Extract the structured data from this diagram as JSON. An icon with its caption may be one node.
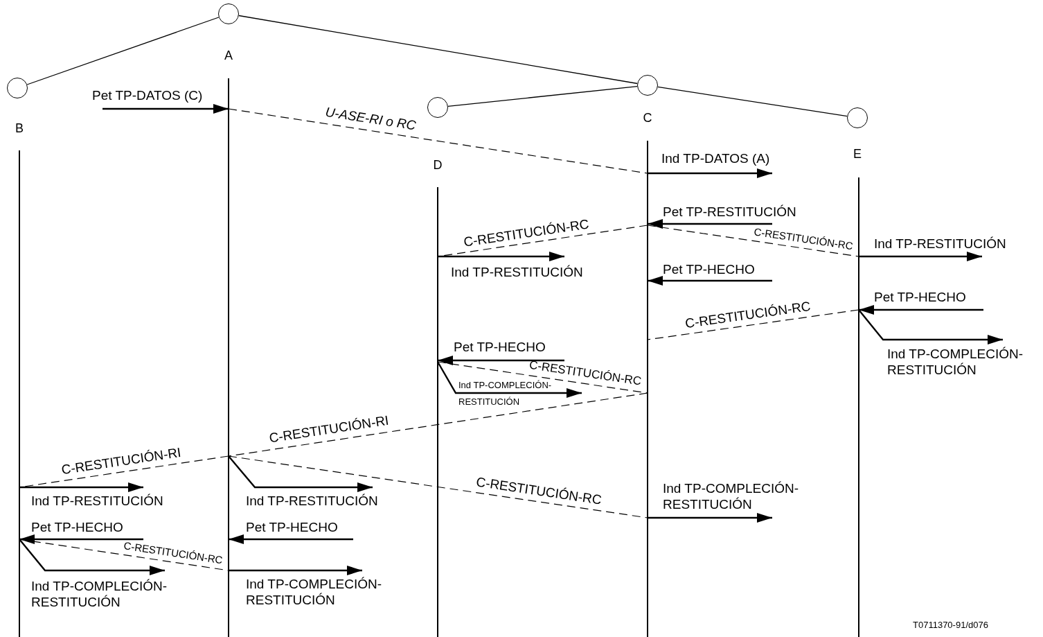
{
  "diagram": {
    "nodes": [
      {
        "text": [],
        "shape": "circle"
      },
      {
        "text": [],
        "shape": "circle"
      },
      {
        "text": [],
        "shape": "circle"
      },
      {
        "text": [],
        "shape": "circle"
      },
      {
        "text": [],
        "shape": "circle"
      },
      {
        "text": [],
        "shape": "bar",
        "beside": [
          "B"
        ]
      },
      {
        "text": [],
        "shape": "bar",
        "beside": [
          "A"
        ]
      },
      {
        "text": [],
        "shape": "bar",
        "beside": [
          "D"
        ]
      },
      {
        "text": [],
        "shape": "bar",
        "beside": [
          "C"
        ]
      },
      {
        "text": [],
        "shape": "bar",
        "beside": [
          "E"
        ]
      }
    ],
    "edges": [
      {
        "from": 0,
        "to": 1,
        "arrow": "none"
      },
      {
        "from": 0,
        "to": 2,
        "arrow": "none"
      },
      {
        "from": 2,
        "to": 3,
        "arrow": "none"
      },
      {
        "from": 2,
        "to": 4,
        "arrow": "none"
      },
      {
        "from": null,
        "to": 6,
        "arrow": "to",
        "label": "Pet TP-DATOS (C)"
      },
      {
        "from": 6,
        "to": 8,
        "arrow": "none",
        "label": "U-ASE-RI o RC",
        "style": "dashed"
      },
      {
        "from": 8,
        "to": null,
        "arrow": "to",
        "label": "Ind TP-DATOS (A)"
      },
      {
        "from": null,
        "to": 8,
        "arrow": "to",
        "label": "Pet TP-RESTITUCIÓN"
      },
      {
        "from": 8,
        "to": 7,
        "arrow": "none",
        "label": "C-RESTITUCIÓN-RC",
        "style": "dashed"
      },
      {
        "from": 8,
        "to": 9,
        "arrow": "none",
        "label": "C-RESTITUCIÓN-RC",
        "style": "dashed"
      },
      {
        "from": 7,
        "to": null,
        "arrow": "to",
        "label": "Ind TP-RESTITUCIÓN"
      },
      {
        "from": 9,
        "to": null,
        "arrow": "to",
        "label": "Ind TP-RESTITUCIÓN"
      },
      {
        "from": null,
        "to": 8,
        "arrow": "to",
        "label": "Pet TP-HECHO"
      },
      {
        "from": null,
        "to": 9,
        "arrow": "to",
        "label": "Pet TP-HECHO"
      },
      {
        "from": 9,
        "to": 8,
        "arrow": "none",
        "label": "C-RESTITUCIÓN-RC",
        "style": "dashed"
      },
      {
        "from": 9,
        "to": null,
        "arrow": "to",
        "label": "Ind TP-COMPLECIÓN- RESTITUCIÓN"
      },
      {
        "from": null,
        "to": 7,
        "arrow": "to",
        "label": "Pet TP-HECHO"
      },
      {
        "from": 7,
        "to": 8,
        "arrow": "none",
        "label": "C-RESTITUCIÓN-RC",
        "style": "dashed"
      },
      {
        "from": 7,
        "to": null,
        "arrow": "to",
        "label": "Ind TP-COMPLECIÓN- RESTITUCIÓN"
      },
      {
        "from": 8,
        "to": 6,
        "arrow": "none",
        "label": "C-RESTITUCIÓN-RI",
        "style": "dashed"
      },
      {
        "from": 6,
        "to": 5,
        "arrow": "none",
        "label": "C-RESTITUCIÓN-RI",
        "style": "dashed"
      },
      {
        "from": 6,
        "to": 8,
        "arrow": "none",
        "label": "C-RESTITUCIÓN-RC",
        "style": "dashed"
      },
      {
        "from": 5,
        "to": null,
        "arrow": "to",
        "label": "Ind TP-RESTITUCIÓN"
      },
      {
        "from": 6,
        "to": null,
        "arrow": "to",
        "label": "Ind TP-RESTITUCIÓN"
      },
      {
        "from": 8,
        "to": null,
        "arrow": "to",
        "label": "Ind TP-COMPLECIÓN- RESTITUCIÓN"
      },
      {
        "from": null,
        "to": 5,
        "arrow": "to",
        "label": "Pet TP-HECHO"
      },
      {
        "from": null,
        "to": 6,
        "arrow": "to",
        "label": "Pet TP-HECHO"
      },
      {
        "from": 5,
        "to": 6,
        "arrow": "none",
        "label": "C-RESTITUCIÓN-RC",
        "style": "dashed"
      },
      {
        "from": 5,
        "to": null,
        "arrow": "to",
        "label": "Ind TP-COMPLECIÓN- RESTITUCIÓN"
      },
      {
        "from": 6,
        "to": null,
        "arrow": "to",
        "label": "Ind TP-COMPLECIÓN- RESTITUCIÓN"
      }
    ],
    "labels": [
      "T0711370-91/d076"
    ]
  }
}
